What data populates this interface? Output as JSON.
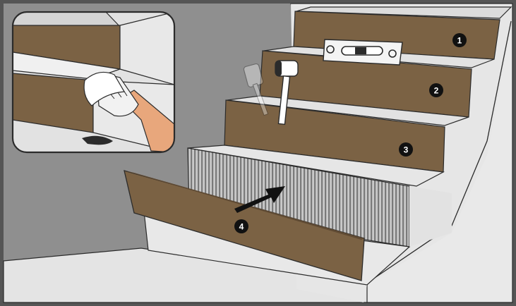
{
  "steps": [
    {
      "number": "1"
    },
    {
      "number": "2"
    },
    {
      "number": "3"
    },
    {
      "number": "4"
    }
  ],
  "colors": {
    "frame": "#555555",
    "wall": "#909090",
    "floor": "#e4e4e4",
    "tread": "#e6e6e6",
    "riser_wood": "#7b6244",
    "adhesive": "#9a9a9a",
    "outline": "#2b2b2b",
    "glove": "#f2f2f2",
    "skin": "#e8a77c",
    "marker": "#111111"
  },
  "icons": {
    "level": "spirit-level-icon",
    "mallet": "rubber-mallet-icon",
    "arrow": "push-arrow-icon",
    "cloth": "cleaning-cloth-icon"
  }
}
